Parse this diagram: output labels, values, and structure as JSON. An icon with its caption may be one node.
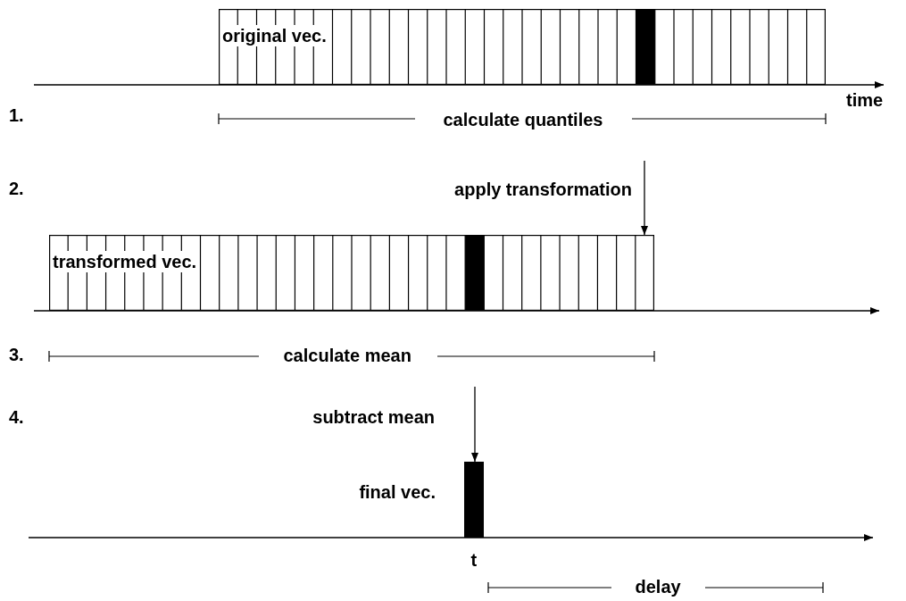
{
  "diagram": {
    "nodes": [
      {
        "text": [
          "original vec."
        ]
      },
      {
        "text": [
          "transformed vec."
        ]
      },
      {
        "text": [],
        "shape": "bar",
        "beside": [
          "final vec."
        ]
      }
    ],
    "edges": [
      {
        "from": null,
        "to": 1,
        "arrow": "to",
        "label": "apply transformation"
      },
      {
        "from": null,
        "to": 2,
        "arrow": "to",
        "label": "subtract mean"
      }
    ],
    "labels": [
      "time",
      "1.",
      "calculate quantiles",
      "2.",
      "3.",
      "calculate mean",
      "4.",
      "t",
      "delay"
    ]
  }
}
